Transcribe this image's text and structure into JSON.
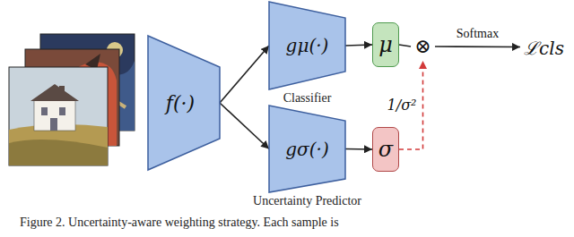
{
  "diagram": {
    "caption": "Figure 2. Uncertainty-aware weighting strategy. Each sample is",
    "nodes": [
      {
        "text": [
          "f(·)"
        ]
      },
      {
        "text": [
          "gμ(·)",
          "Classifier"
        ]
      },
      {
        "text": [
          "gσ(·)",
          "Uncertainty Predictor"
        ]
      },
      {
        "text": [
          "μ"
        ]
      },
      {
        "text": [
          "σ"
        ]
      },
      {
        "text": [
          "⊗"
        ]
      },
      {
        "text": [
          "ℒcls"
        ]
      }
    ],
    "edges": [
      {
        "from": 0,
        "to": 1,
        "arrow": "to"
      },
      {
        "from": 0,
        "to": 2,
        "arrow": "to"
      },
      {
        "from": 1,
        "to": 3,
        "arrow": "to"
      },
      {
        "from": 2,
        "to": 4,
        "arrow": "to"
      },
      {
        "from": 3,
        "to": 5,
        "arrow": "none"
      },
      {
        "from": 5,
        "to": 6,
        "label": "Softmax",
        "arrow": "to"
      },
      {
        "from": 4,
        "to": 5,
        "label": "1/σ²",
        "arrow": "to"
      }
    ]
  }
}
